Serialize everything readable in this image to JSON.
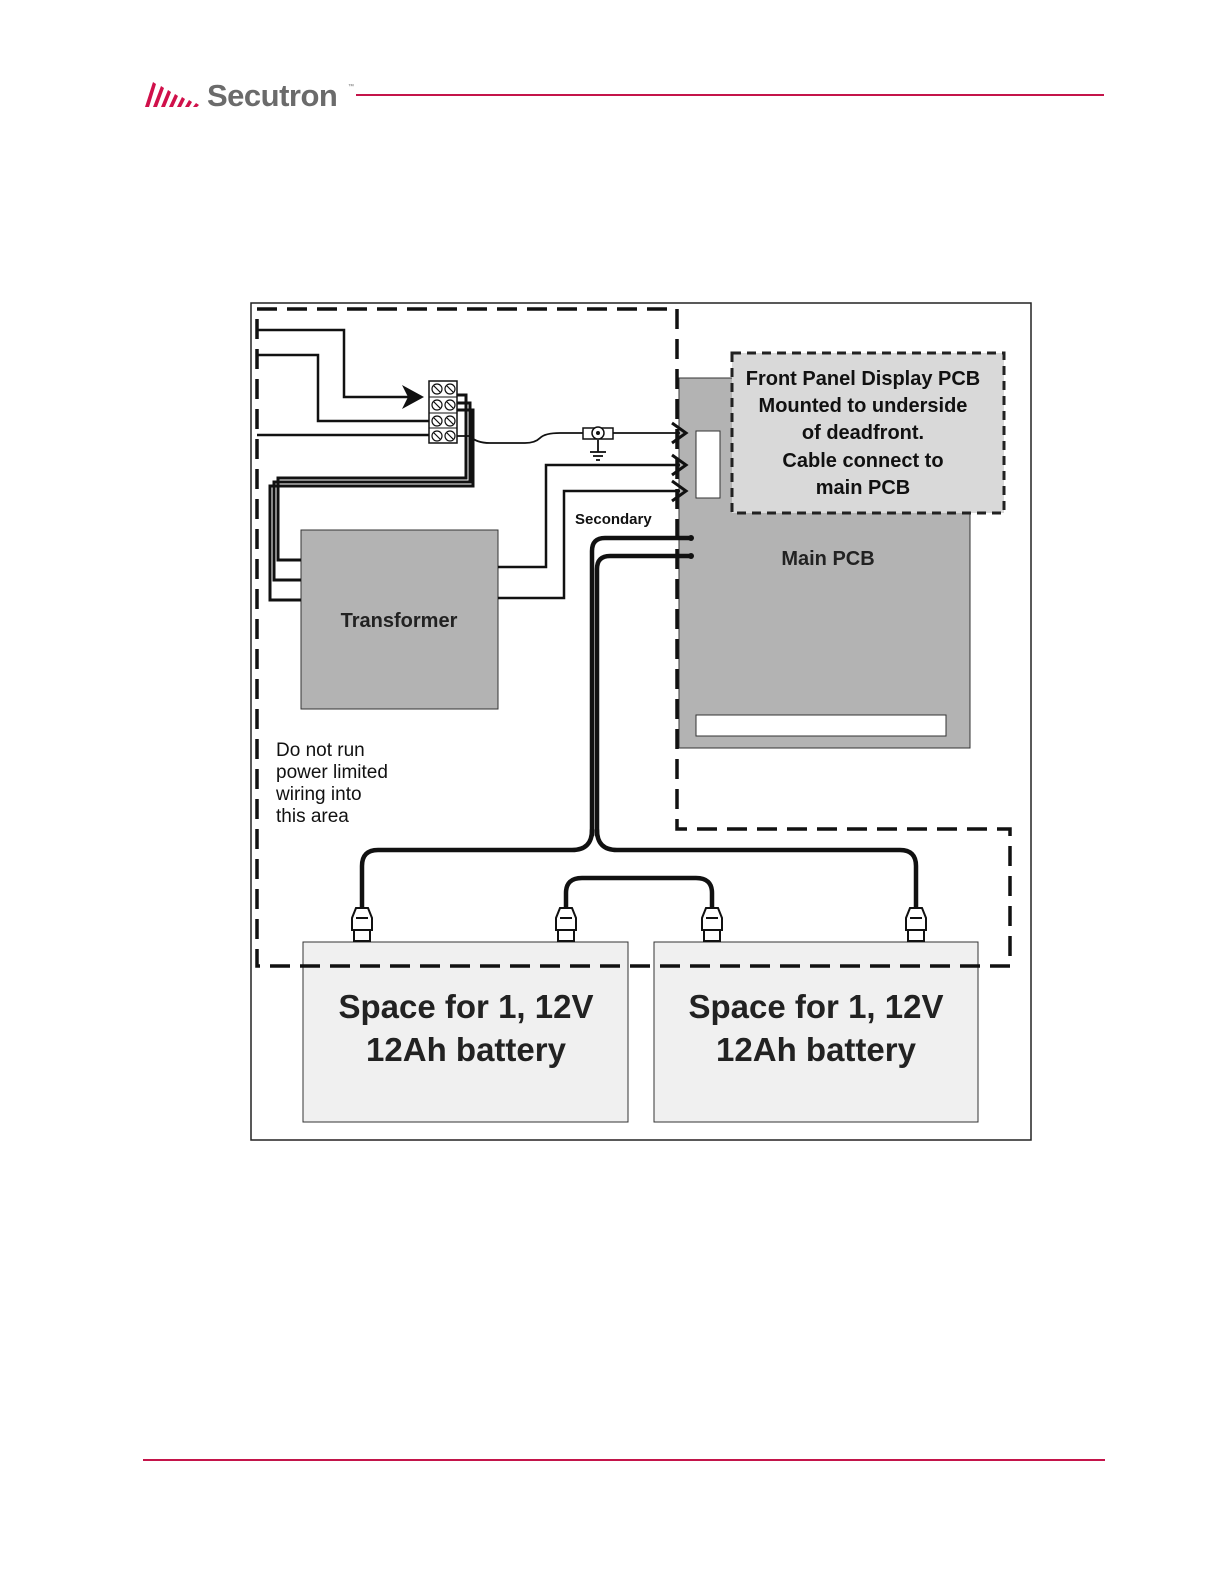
{
  "header": {
    "brand_name": "Secutron",
    "brand_tm": "™",
    "accent_color": "#c4144a",
    "logo_color": "#d0104a"
  },
  "diagram": {
    "front_panel": {
      "line1": "Front Panel Display PCB",
      "line2": "Mounted to underside",
      "line3": "of deadfront.",
      "line4": "Cable connect to",
      "line5": "main PCB"
    },
    "secondary_label": "Secondary",
    "main_pcb_label": "Main PCB",
    "transformer_label": "Transformer",
    "warning": {
      "line1": "Do not run",
      "line2": "power limited",
      "line3": "wiring into",
      "line4": "this area"
    },
    "battery_left": {
      "line1": "Space for 1, 12V",
      "line2": "12Ah battery"
    },
    "battery_right": {
      "line1": "Space for 1, 12V",
      "line2": "12Ah battery"
    },
    "colors": {
      "board_gray": "#b3b3b3",
      "front_panel_fill": "#d9d9d9",
      "battery_fill": "#f0f0f0",
      "wire": "#111111"
    }
  }
}
